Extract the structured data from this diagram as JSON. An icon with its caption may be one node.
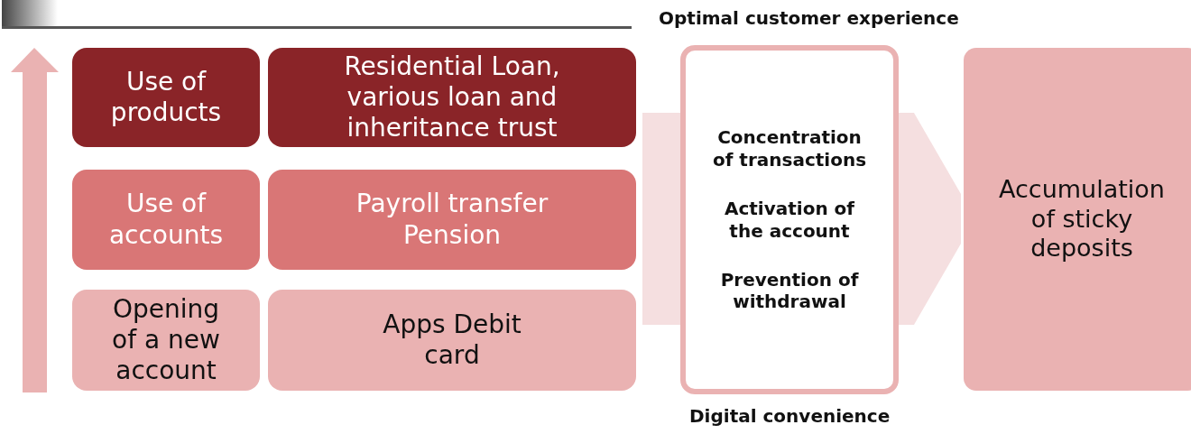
{
  "diagram": {
    "nodes": [
      {
        "text": [
          "Use of products"
        ]
      },
      {
        "text": [
          "Residential Loan, various loan and inheritance trust"
        ]
      },
      {
        "text": [
          "Use of accounts"
        ]
      },
      {
        "text": [
          "Payroll transfer Pension"
        ]
      },
      {
        "text": [
          "Opening of a new account"
        ]
      },
      {
        "text": [
          "Apps Debit card"
        ]
      },
      {
        "text": [
          "Concentration of transactions",
          "Activation of the account",
          "Prevention of withdrawal"
        ],
        "beside": [
          "Optimal customer experience",
          "Digital convenience"
        ]
      },
      {
        "text": [
          "Accumulation of sticky deposits"
        ]
      }
    ],
    "edges": [
      {
        "from": 3,
        "to": 6,
        "arrow": "none"
      },
      {
        "from": 6,
        "to": 7,
        "arrow": "to"
      }
    ]
  }
}
